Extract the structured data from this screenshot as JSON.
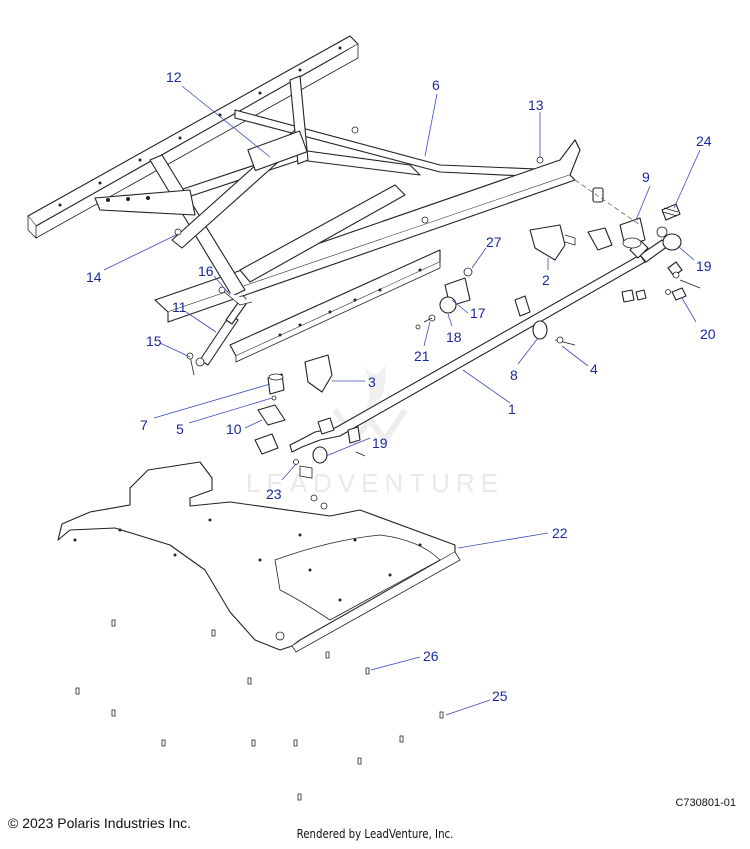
{
  "diagram": {
    "watermark_text": "LEADVENTURE",
    "callouts": [
      "1",
      "2",
      "3",
      "4",
      "5",
      "6",
      "7",
      "8",
      "9",
      "10",
      "11",
      "12",
      "13",
      "14",
      "15",
      "16",
      "17",
      "18",
      "19",
      "19",
      "20",
      "21",
      "22",
      "23",
      "24",
      "25",
      "26",
      "27"
    ]
  },
  "footer": {
    "copyright": "© 2023 Polaris Industries Inc.",
    "rendered_by": "Rendered by LeadVenture, Inc.",
    "diagram_code": "C730801-01"
  },
  "colors": {
    "callout": "#1a2a9e",
    "line": "#222222"
  }
}
